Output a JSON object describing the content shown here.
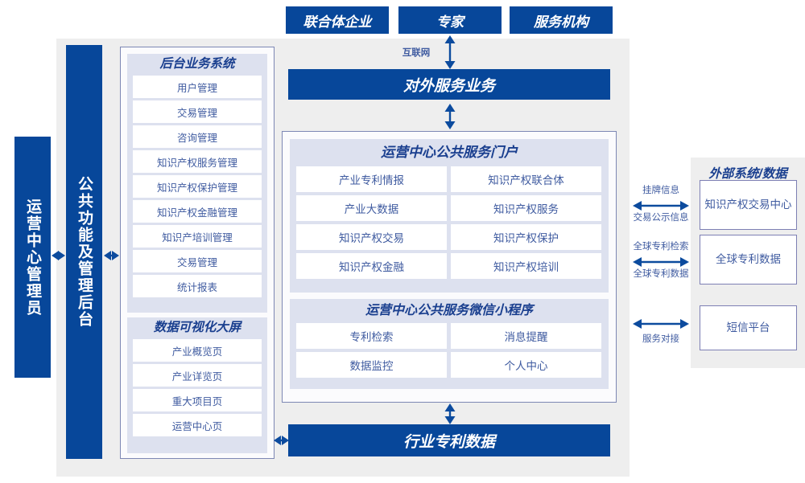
{
  "top_actors": [
    {
      "label": "联合体企业"
    },
    {
      "label": "专家"
    },
    {
      "label": "服务机构"
    }
  ],
  "connector_labels": {
    "internet": "互联网"
  },
  "external_service_bar": "对外服务业务",
  "industry_data_bar": "行业专利数据",
  "left_bars": {
    "admin": "运营中心管理员",
    "common_backend": "公共功能及管理后台"
  },
  "backend_system": {
    "title": "后台业务系统",
    "items": [
      "用户管理",
      "交易管理",
      "咨询管理",
      "知识产权服务管理",
      "知识产权保护管理",
      "知识产权金融管理",
      "知识产培训管理",
      "交易管理",
      "统计报表"
    ]
  },
  "big_screen": {
    "title": "数据可视化大屏",
    "items": [
      "产业概览页",
      "产业详览页",
      "重大项目页",
      "运营中心页"
    ]
  },
  "portal": {
    "title": "运营中心公共服务门户",
    "items": [
      "产业专利情报",
      "知识产权联合体",
      "产业大数据",
      "知识产权服务",
      "知识产权交易",
      "知识产权保护",
      "知识产权金融",
      "知识产权培训"
    ]
  },
  "wechat_miniprogram": {
    "title": "运营中心公共服务微信小程序",
    "items": [
      "专利检索",
      "消息提醒",
      "数据监控",
      "个人中心"
    ]
  },
  "external_systems": {
    "title": "外部系统/数据",
    "boxes": [
      {
        "label": "知识产权\n交易中心",
        "line1": "知识产权",
        "line2": "交易中心"
      },
      {
        "label": "全球专利\n数据",
        "line1": "全球专利",
        "line2": "数据"
      },
      {
        "label": "短信平台",
        "line1": "短信平台",
        "line2": ""
      }
    ],
    "link_labels": [
      {
        "above": "挂牌信息",
        "below": "交易公示信息"
      },
      {
        "above": "全球专利检索",
        "below": "全球专利数据"
      },
      {
        "above": "",
        "below": "服务对接"
      }
    ]
  },
  "colors": {
    "brand_blue": "#07479a",
    "arrow_blue": "#0c4b9e",
    "panel_lavender": "#dde1ef",
    "backdrop_grey": "#eeeeee",
    "border_slate": "#7d87b4",
    "text_blue": "#3f5ba0",
    "title_blue": "#1a3f8f"
  }
}
